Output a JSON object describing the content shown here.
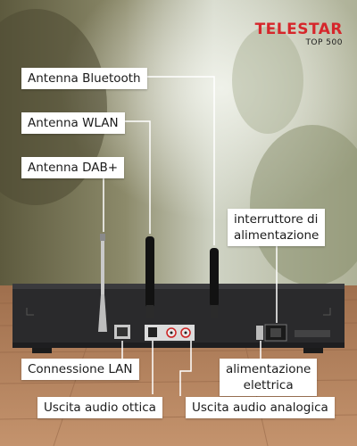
{
  "brand": {
    "name": "TELESTAR",
    "model": "TOP 500",
    "color": "#d6262b"
  },
  "callouts": {
    "antenna_bluetooth": "Antenna Bluetooth",
    "antenna_wlan": "Antenna WLAN",
    "antenna_dab": "Antenna DAB+",
    "power_switch_line1": "interruttore di",
    "power_switch_line2": "alimentazione",
    "lan": "Connessione LAN",
    "power_supply_line1": "alimentazione",
    "power_supply_line2": "elettrica",
    "optical_out": "Uscita audio ottica",
    "analog_out": "Uscita audio analogica"
  },
  "colors": {
    "callout_bg": "#ffffff",
    "leader_line": "#ffffff",
    "device_body": "#2a2a2c",
    "table_wood": "#b0805c"
  }
}
